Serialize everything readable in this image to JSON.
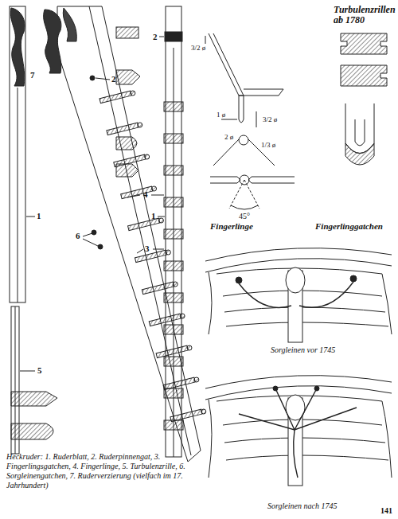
{
  "diagram": {
    "caption": "Heckruder: 1. Ruderblatt, 2. Ruderpinnengat, 3. Fingerlingsgatchen, 4. Fingerlinge, 5. Turbulenzrille, 6. Sorgleinengatchen, 7. Ruderverzierung (vielfach im 17. Jahrhundert)",
    "labels": [
      "Turbulenzrillen ab 1780",
      "3/2 ø",
      "1 ø",
      "3/2 ø",
      "2 ø",
      "1/3 ø",
      "45°",
      "Fingerlinge",
      "Fingerlinggatchen",
      "Sorgleinen vor 1745",
      "Sorgleinen nach 1745",
      "141",
      "2",
      "2",
      "7",
      "1",
      "6",
      "4",
      "3",
      "1",
      "5"
    ]
  }
}
